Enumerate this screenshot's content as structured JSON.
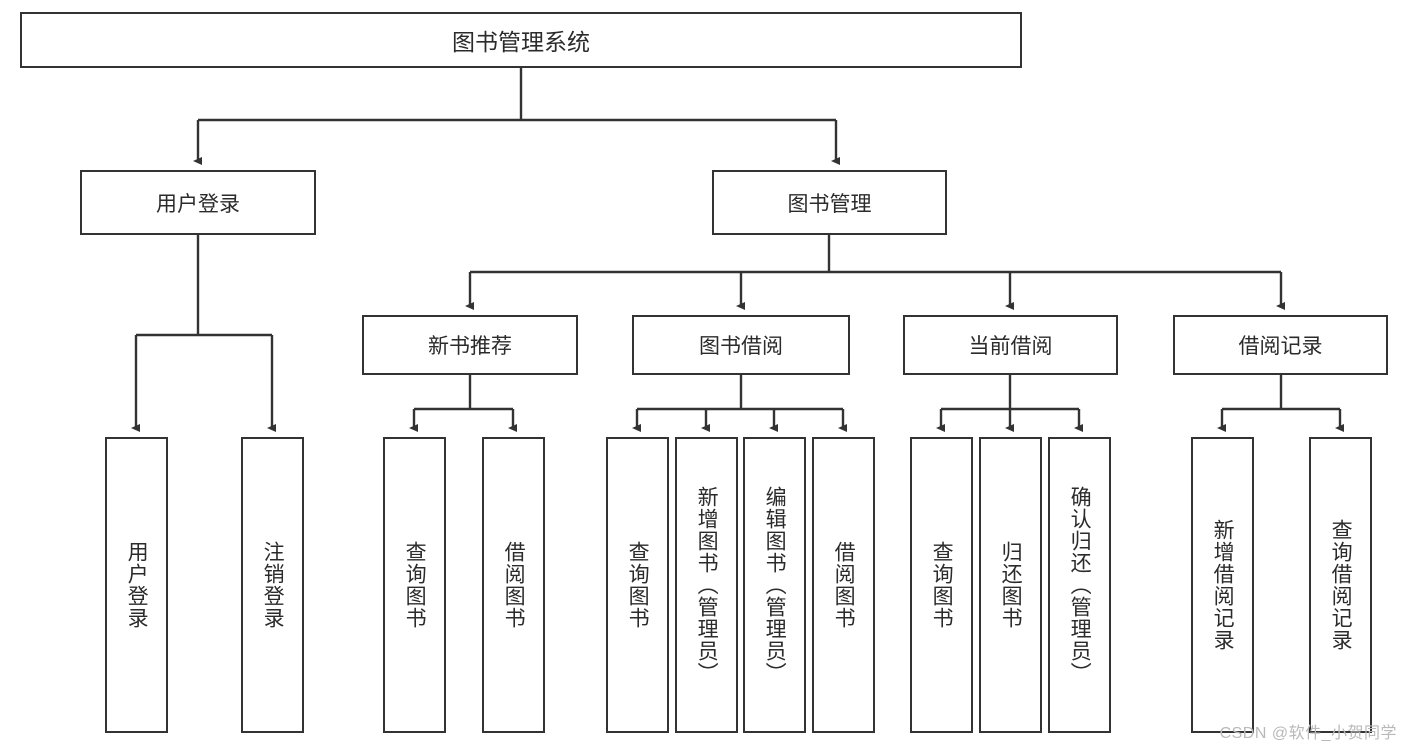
{
  "diagram": {
    "title": "图书管理系统",
    "type": "hierarchical-function-tree",
    "colors": {
      "box_border": "#333333",
      "box_fill": "#ffffff",
      "text": "#2b2b2b",
      "edge": "#333333",
      "watermark": "#b9b9b9",
      "background": "#ffffff"
    },
    "root": {
      "label": "图书管理系统"
    },
    "level2": [
      {
        "label": "用户登录"
      },
      {
        "label": "图书管理"
      }
    ],
    "level3": [
      {
        "label": "新书推荐"
      },
      {
        "label": "图书借阅"
      },
      {
        "label": "当前借阅"
      },
      {
        "label": "借阅记录"
      }
    ],
    "leaves": {
      "user_login": [
        {
          "label": "用户登录"
        },
        {
          "label": "注销登录"
        }
      ],
      "new_book_recommend": [
        {
          "label": "查询图书"
        },
        {
          "label": "借阅图书"
        }
      ],
      "book_borrow": [
        {
          "label": "查询图书"
        },
        {
          "label": "新增图书（管理员）"
        },
        {
          "label": "编辑图书（管理员）"
        },
        {
          "label": "借阅图书"
        }
      ],
      "current_borrow": [
        {
          "label": "查询图书"
        },
        {
          "label": "归还图书"
        },
        {
          "label": "确认归还（管理员）"
        }
      ],
      "borrow_record": [
        {
          "label": "新增借阅记录"
        },
        {
          "label": "查询借阅记录"
        }
      ]
    }
  },
  "watermark": {
    "text": "CSDN @软件_小贺同学"
  }
}
